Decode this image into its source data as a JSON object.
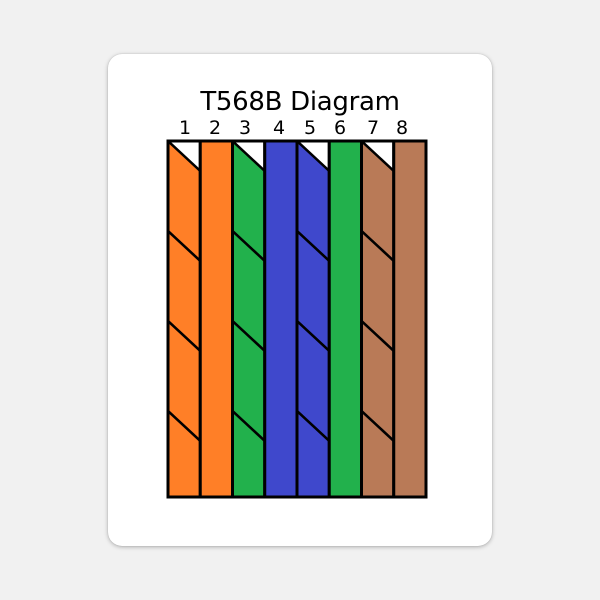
{
  "title": "T568B Diagram",
  "colors": {
    "orange": "#ff7f27",
    "green": "#22b14c",
    "blue": "#3f48cc",
    "brown": "#b97a57",
    "white": "#ffffff",
    "outline": "#000000"
  },
  "pins": [
    {
      "number": "1",
      "color": "orange",
      "striped": true
    },
    {
      "number": "2",
      "color": "orange",
      "striped": false
    },
    {
      "number": "3",
      "color": "green",
      "striped": true
    },
    {
      "number": "4",
      "color": "blue",
      "striped": false
    },
    {
      "number": "5",
      "color": "blue",
      "striped": true
    },
    {
      "number": "6",
      "color": "green",
      "striped": false
    },
    {
      "number": "7",
      "color": "brown",
      "striped": true
    },
    {
      "number": "8",
      "color": "brown",
      "striped": false
    }
  ]
}
